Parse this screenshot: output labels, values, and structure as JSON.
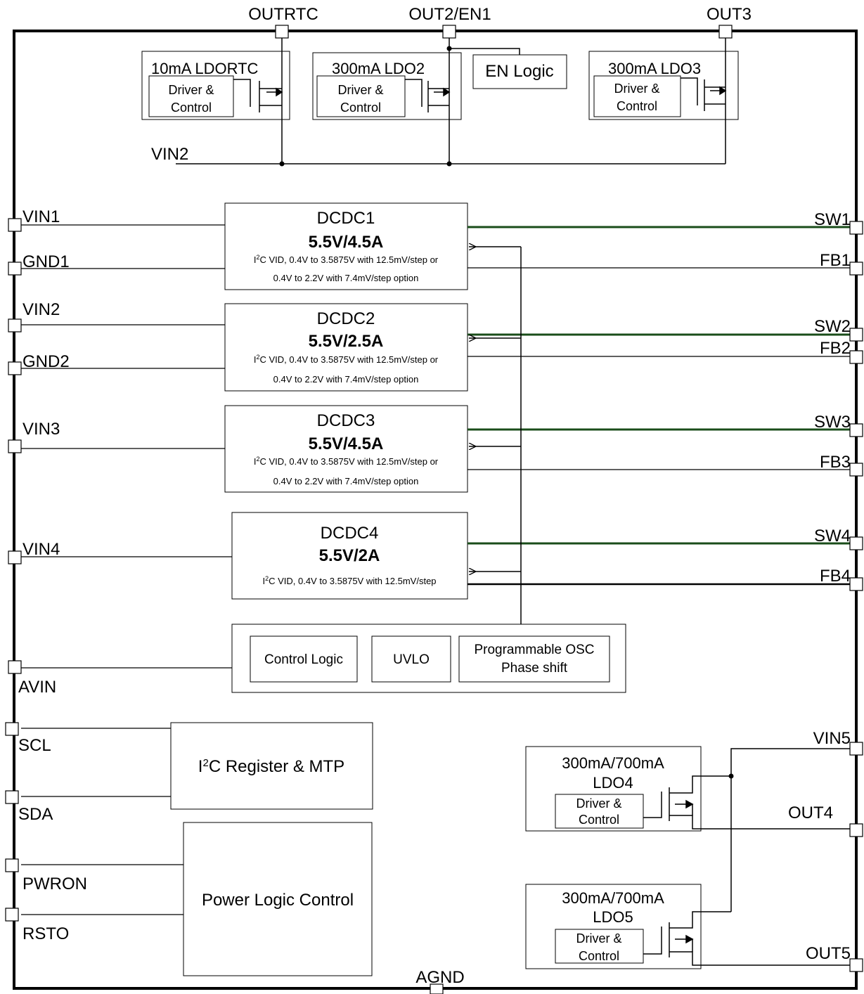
{
  "colors": {
    "line": "#000000",
    "sw_line": "#1a4d1a",
    "background": "#ffffff"
  },
  "pins": {
    "outrtc": "OUTRTC",
    "out2en1": "OUT2/EN1",
    "out3": "OUT3",
    "vin2_top": "VIN2",
    "vin1": "VIN1",
    "gnd1": "GND1",
    "vin2": "VIN2",
    "gnd2": "GND2",
    "vin3": "VIN3",
    "vin4": "VIN4",
    "avin": "AVIN",
    "scl": "SCL",
    "sda": "SDA",
    "pwron": "PWRON",
    "rsto": "RSTO",
    "agnd": "AGND",
    "sw1": "SW1",
    "fb1": "FB1",
    "sw2": "SW2",
    "fb2": "FB2",
    "sw3": "SW3",
    "fb3": "FB3",
    "sw4": "SW4",
    "fb4": "FB4",
    "vin5": "VIN5",
    "out4": "OUT4",
    "out5": "OUT5"
  },
  "ldos": {
    "ldortc": {
      "title": "10mA LDORTC",
      "driver1": "Driver &",
      "driver2": "Control"
    },
    "ldo2": {
      "title": "300mA LDO2",
      "driver1": "Driver &",
      "driver2": "Control"
    },
    "ldo3": {
      "title": "300mA LDO3",
      "driver1": "Driver &",
      "driver2": "Control"
    },
    "ldo4": {
      "title1": "300mA/700mA",
      "title2": "LDO4",
      "driver1": "Driver &",
      "driver2": "Control"
    },
    "ldo5": {
      "title1": "300mA/700mA",
      "title2": "LDO5",
      "driver1": "Driver &",
      "driver2": "Control"
    }
  },
  "en_logic": "EN Logic",
  "dcdc": {
    "d1": {
      "name": "DCDC1",
      "rating": "5.5V/4.5A",
      "line1_a": "I",
      "line1_sup": "2",
      "line1_b": "C VID, 0.4V to 3.5875V with 12.5mV/step or",
      "line2": "0.4V to 2.2V with 7.4mV/step option"
    },
    "d2": {
      "name": "DCDC2",
      "rating": "5.5V/2.5A",
      "line1_a": "I",
      "line1_sup": "2",
      "line1_b": "C VID, 0.4V to 3.5875V with 12.5mV/step or",
      "line2": "0.4V to 2.2V with 7.4mV/step option"
    },
    "d3": {
      "name": "DCDC3",
      "rating": "5.5V/4.5A",
      "line1_a": "I",
      "line1_sup": "2",
      "line1_b": "C VID, 0.4V to 3.5875V with 12.5mV/step or",
      "line2": "0.4V to 2.2V with 7.4mV/step option"
    },
    "d4": {
      "name": "DCDC4",
      "rating": "5.5V/2A",
      "line1_a": "I",
      "line1_sup": "2",
      "line1_b": "C VID, 0.4V to 3.5875V with 12.5mV/step"
    }
  },
  "control": {
    "logic": "Control Logic",
    "uvlo": "UVLO",
    "osc1": "Programmable OSC",
    "osc2": "Phase shift"
  },
  "i2c": {
    "a": "I",
    "sup": "2",
    "b": "C Register & MTP"
  },
  "power_logic": "Power Logic Control"
}
